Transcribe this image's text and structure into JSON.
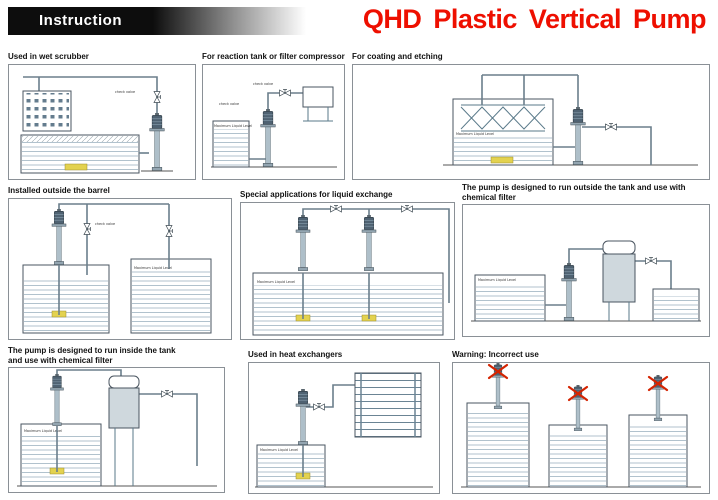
{
  "header": {
    "badge_label": "Instruction",
    "title": "QHD Plastic Vertical Pump"
  },
  "diagram_labels": {
    "check_valve": "check valve",
    "max_level": "Maximum Liquid Level"
  },
  "panels": [
    {
      "id": "wet-scrubber",
      "label": "Used in wet scrubber"
    },
    {
      "id": "reaction-tank",
      "label": "For reaction tank or filter compressor"
    },
    {
      "id": "coating-etching",
      "label": "For coating and etching"
    },
    {
      "id": "outside-barrel",
      "label": "Installed outside the barrel"
    },
    {
      "id": "liquid-exchange",
      "label": "Special applications for liquid exchange"
    },
    {
      "id": "outside-tank-filter",
      "label": "The pump is designed to run outside the tank and use with chemical filter"
    },
    {
      "id": "inside-tank-filter",
      "label": "The pump is designed to run inside the tank and use with chemical filter"
    },
    {
      "id": "heat-exchangers",
      "label": "Used in heat exchangers"
    },
    {
      "id": "incorrect-use",
      "label": "Warning: Incorrect use"
    }
  ],
  "colors": {
    "title_red": "#ee0f00",
    "badge_bg": "#0d0d0d",
    "warning_x": "#d42300",
    "strainer_yellow": "#e3d24f",
    "pipe_gray": "#6b7f8c"
  }
}
